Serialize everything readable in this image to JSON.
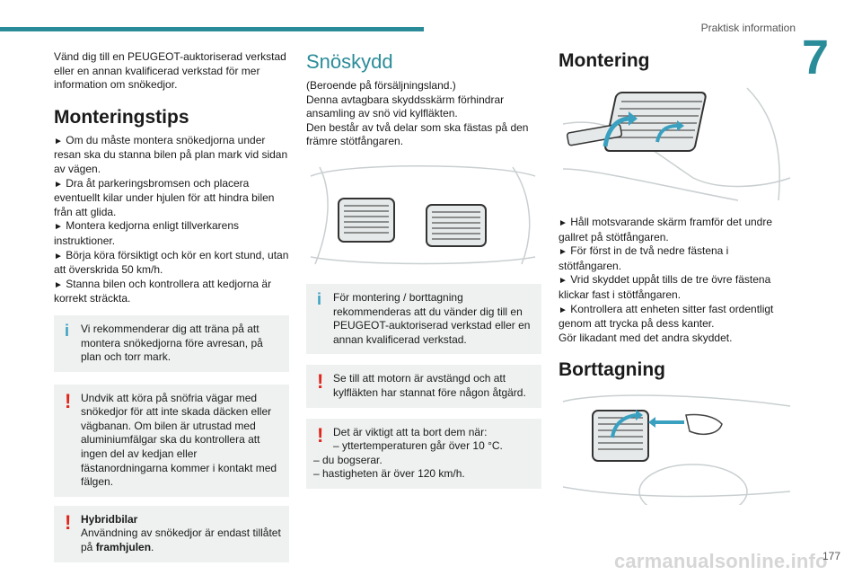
{
  "header": {
    "section_title": "Praktisk information",
    "chapter_number": "7"
  },
  "col1": {
    "intro": "Vänd dig till en PEUGEOT-auktoriserad verkstad eller en annan kvalificerad verkstad för mer information om snökedjor.",
    "heading": "Monteringstips",
    "tips": [
      "Om du måste montera snökedjorna under resan ska du stanna bilen på plan mark vid sidan av vägen.",
      "Dra åt parkeringsbromsen och placera eventuellt kilar under hjulen för att hindra bilen från att glida.",
      "Montera kedjorna enligt tillverkarens instruktioner.",
      "Börja köra försiktigt och kör en kort stund, utan att överskrida 50 km/h.",
      "Stanna bilen och kontrollera att kedjorna är korrekt sträckta."
    ],
    "info_box": "Vi rekommenderar dig att träna på att montera snökedjorna före avresan, på plan och torr mark.",
    "warn_box": "Undvik att köra på snöfria vägar med snökedjor för att inte skada däcken eller vägbanan. Om bilen är utrustad med aluminiumfälgar ska du kontrollera att ingen del av kedjan eller fästanordningarna kommer i kontakt med fälgen.",
    "hybrid_title": "Hybridbilar",
    "hybrid_text_pre": "Användning av snökedjor är endast tillåtet på ",
    "hybrid_text_bold": "framhjulen",
    "hybrid_text_post": "."
  },
  "col2": {
    "heading": "Snöskydd",
    "p1": "(Beroende på försäljningsland.)",
    "p2": "Denna avtagbara skyddsskärm förhindrar ansamling av snö vid kylfläkten.",
    "p3": "Den består av två delar som ska fästas på den främre stötfångaren.",
    "info_box": "För montering / borttagning rekommenderas att du vänder dig till en PEUGEOT-auktoriserad verkstad eller en annan kvalificerad verkstad.",
    "warn_box1": "Se till att motorn är avstängd och att kylfläkten har stannat före någon åtgärd.",
    "warn_box2_title": "Det är viktigt att ta bort dem när:",
    "warn_box2_items": [
      "– yttertemperaturen går över 10 °C.",
      "– du bogserar.",
      "– hastigheten är över 120 km/h."
    ]
  },
  "col3": {
    "heading1": "Montering",
    "steps": [
      "Håll motsvarande skärm framför det undre gallret på stötfångaren.",
      "För först in de två nedre fästena i stötfångaren.",
      "Vrid skyddet uppåt tills de tre övre fästena klickar fast i stötfångaren.",
      "Kontrollera att enheten sitter fast ordentligt genom att trycka på dess kanter."
    ],
    "steps_tail": "Gör likadant med det andra skyddet.",
    "heading2": "Borttagning"
  },
  "footer": {
    "page_number": "177",
    "watermark": "carmanualsonline.info"
  },
  "colors": {
    "accent": "#2a8c99",
    "info": "#3aa0c0",
    "warning": "#e0261b",
    "box_bg": "#eff1f1"
  }
}
